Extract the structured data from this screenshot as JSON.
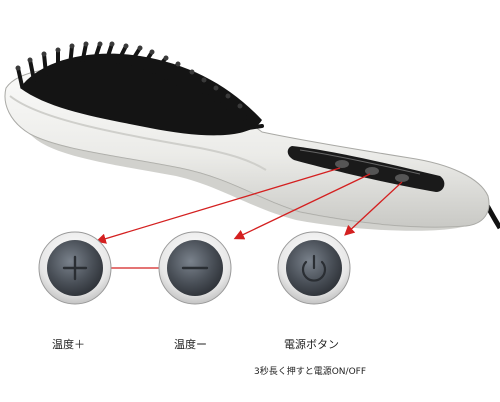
{
  "labels": {
    "temp_up": "温度＋",
    "temp_down": "温度ー",
    "power_button": "電源ボタン",
    "power_hint": "3秒長く押すと電源ON/OFF"
  },
  "icons": {
    "temp_up": "plus-icon",
    "temp_down": "minus-icon",
    "power": "power-icon"
  },
  "colors": {
    "arrow": "#d42020",
    "button_face": "#4a5058",
    "brush_body": "#ececea",
    "bristles": "#141414"
  }
}
